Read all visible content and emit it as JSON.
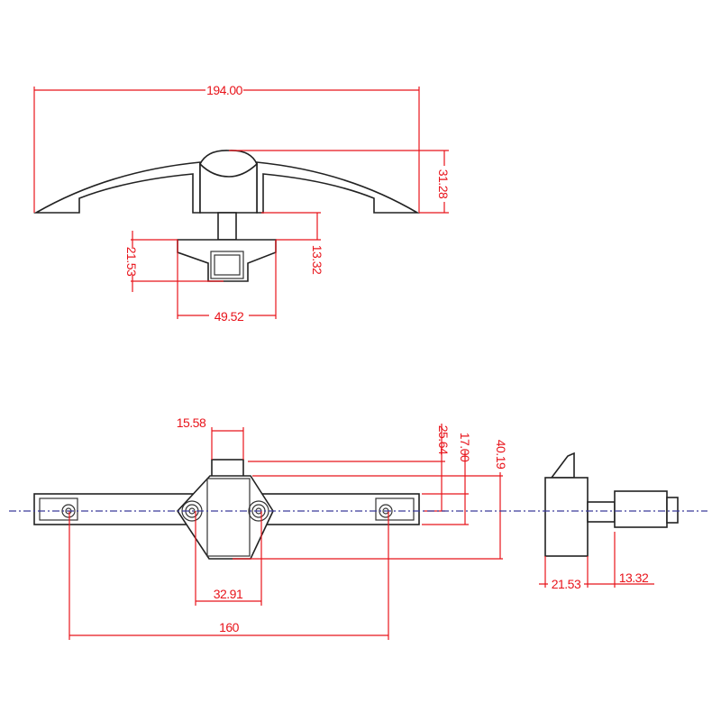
{
  "top_view": {
    "dimensions": {
      "overall_width": "194.00",
      "height": "31.28",
      "stem_offset": "13.32",
      "body_depth": "21.53",
      "body_width": "49.52"
    }
  },
  "front_view": {
    "dimensions": {
      "tab_width": "15.58",
      "tab_height": "25.64",
      "bar_height": "17.00",
      "hub_height": "40.19",
      "hole_spacing_inner": "32.91",
      "hole_spacing_outer": "160"
    }
  },
  "side_view": {
    "dimensions": {
      "body_depth": "21.53",
      "shaft_length": "13.32"
    }
  },
  "colors": {
    "dimension": "#e8141b",
    "centerline": "#3a3a9a",
    "outline": "#222222"
  }
}
